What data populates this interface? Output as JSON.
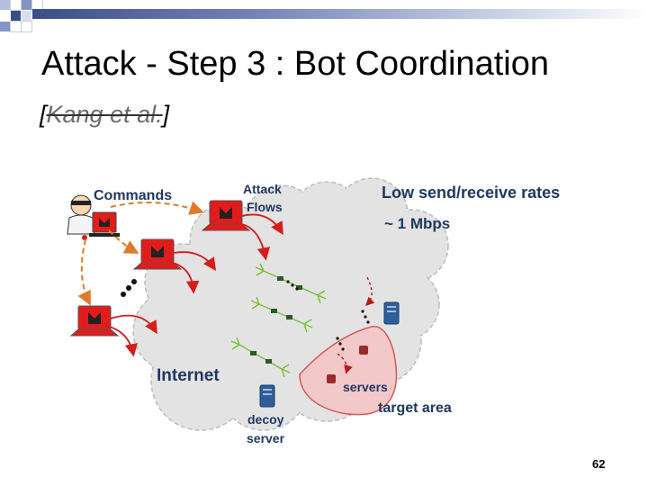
{
  "slide": {
    "title": "Attack - Step 3 : Bot Coordination",
    "citation": {
      "open": "[",
      "link_text": "Kang et al.",
      "close": "]"
    },
    "page_number": "62"
  },
  "figure": {
    "labels": {
      "commands": "Commands",
      "attack_flows_line1": "Attack",
      "attack_flows_line2": "Flows",
      "rates_line1": "Low send/receive rates",
      "rates_line2": "~ 1 Mbps",
      "internet": "Internet",
      "servers": "servers",
      "target_area": "target area",
      "decoy_line1": "decoy",
      "decoy_line2": "server"
    },
    "colors": {
      "bot_red": "#e21b1b",
      "cloud": "#e3e3e3",
      "target_fill": "#f3c8c8",
      "target_stroke": "#d65858",
      "command_arrow": "#e07a2b",
      "attack_arrow": "#d81c1c",
      "flow_green": "#7bbf3a",
      "server_blue": "#2f5f9a",
      "text_blue": "#1f3864"
    }
  }
}
